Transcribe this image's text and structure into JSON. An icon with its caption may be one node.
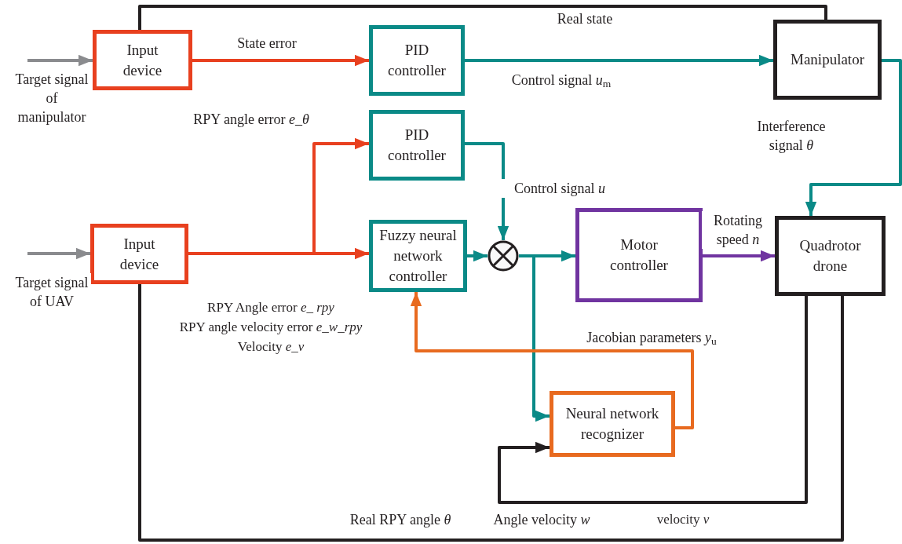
{
  "diagram": {
    "nodes": [
      {
        "text": [
          "Input device"
        ]
      },
      {
        "text": [
          "PID controller"
        ]
      },
      {
        "text": [
          "Manipulator"
        ]
      },
      {
        "text": [
          "Input device"
        ]
      },
      {
        "text": [
          "PID controller"
        ]
      },
      {
        "text": [
          "Fuzzy neural network controller"
        ]
      },
      {
        "text": [],
        "shape": "circle"
      },
      {
        "text": [
          "Motor controller"
        ]
      },
      {
        "text": [
          "Quadrotor drone"
        ]
      },
      {
        "text": [
          "Neural network recognizer"
        ]
      }
    ],
    "edges": [
      {
        "from": null,
        "to": 0,
        "arrow": "to",
        "label": "Target signal of manipulator",
        "color": "#8a8b8e"
      },
      {
        "from": 0,
        "to": 1,
        "arrow": "to",
        "label": "State error",
        "color": "#e8401f"
      },
      {
        "from": 1,
        "to": 2,
        "arrow": "to",
        "label": "Control signal *u*$_{m}$"
      },
      {
        "from": 2,
        "to": 0,
        "arrow": "none",
        "label": "Real state",
        "color": "#231f20"
      },
      {
        "from": 2,
        "to": 8,
        "arrow": "to",
        "label": "Interference signal *θ*"
      },
      {
        "from": null,
        "to": 3,
        "arrow": "to",
        "label": "Target signal of UAV",
        "color": "#8a8b8e"
      },
      {
        "from": 3,
        "to": 4,
        "arrow": "to",
        "label": "RPY angle error *e_θ*",
        "color": "#e8401f"
      },
      {
        "from": 3,
        "to": 5,
        "arrow": "to",
        "color": "#e8401f"
      },
      {
        "from": 4,
        "to": 6,
        "arrow": "to",
        "label": "Control signal *u*"
      },
      {
        "from": 5,
        "to": 6,
        "arrow": "to"
      },
      {
        "from": 6,
        "to": 7,
        "arrow": "to"
      },
      {
        "from": 6,
        "to": 9,
        "arrow": "to"
      },
      {
        "from": 7,
        "to": 8,
        "arrow": "to",
        "label": "Rotating speed *n*",
        "color": "#7034a0"
      },
      {
        "from": 9,
        "to": 5,
        "arrow": "to",
        "label": "Jacobian parameters *y*$_{u}$",
        "color": "#e86a1f"
      },
      {
        "from": 8,
        "to": 9,
        "arrow": "to",
        "label": "Angle velocity *w*",
        "color": "#231f20"
      },
      {
        "from": 8,
        "to": 3,
        "arrow": "none",
        "label": "Real RPY angle *θ*",
        "color": "#231f20"
      }
    ],
    "labels": [
      "RPY Angle error *e_ rpy*",
      "RPY angle velocity error *e_w_rpy*",
      "Velocity *e_v*",
      "velocity *v*"
    ]
  }
}
